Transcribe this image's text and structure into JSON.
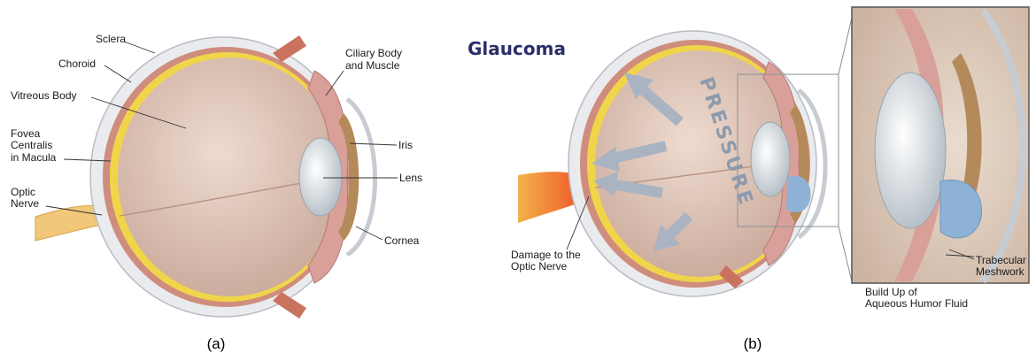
{
  "panel_a": {
    "labels": {
      "sclera": "Sclera",
      "choroid": "Choroid",
      "vitreous": "Vitreous Body",
      "fovea_1": "Fovea",
      "fovea_2": "Centralis",
      "fovea_3": "in Macula",
      "optic_1": "Optic",
      "optic_2": "Nerve",
      "ciliary_1": "Ciliary Body",
      "ciliary_2": "and Muscle",
      "iris": "Iris",
      "lens": "Lens",
      "cornea": "Cornea"
    },
    "caption": "(a)"
  },
  "panel_b": {
    "title": "Glaucoma",
    "pressure_word": "PRESSURE",
    "labels": {
      "damage_1": "Damage to the",
      "damage_2": "Optic Nerve",
      "trab_1": "Trabecular",
      "trab_2": "Meshwork",
      "buildup_1": "Build Up of",
      "buildup_2": "Aqueous Humor Fluid"
    },
    "caption": "(b)"
  },
  "colors": {
    "sclera": "#e7e9ec",
    "choroid": "#c98b7c",
    "retina": "#f0d54a",
    "vitreous": "#dcc2b4",
    "lens": "#e8ecef",
    "iris": "#b48a5a",
    "fluid": "#8db2d6",
    "optic_nerve": "#f0c070",
    "pressure_arrow": "#a9b3c2",
    "title": "#2c2f6b"
  }
}
